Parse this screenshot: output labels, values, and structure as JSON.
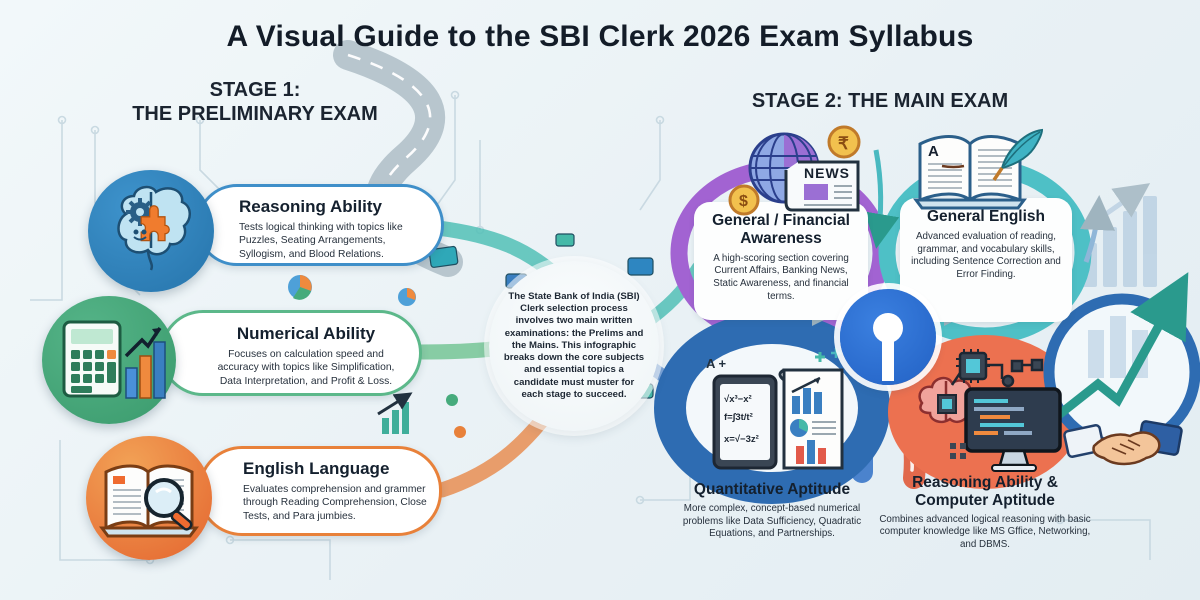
{
  "title": "A Visual Guide to the SBI Clerk 2026 Exam Syllabus",
  "stage1": {
    "heading_line1": "STAGE 1:",
    "heading_line2": "THE PRELIMINARY EXAM",
    "cards": [
      {
        "title": "Reasoning Ability",
        "desc": "Tests logical thinking with topics like Puzzles, Seating Arrangements, Syllogism, and Blood Relations.",
        "accent_color": "#3f8fc9",
        "icon": "brain-gear-puzzle-icon"
      },
      {
        "title": "Numerical Ability",
        "desc": "Focuses on calculation speed and accuracy with topics like Simplification, Data Interpretation, and Profit & Loss.",
        "accent_color": "#5cb88a",
        "icon": "calculator-growth-chart-icon"
      },
      {
        "title": "English Language",
        "desc": "Evaluates comprehension and grammer through Reading Comprehension, Close Tests, and Para jumbies.",
        "accent_color": "#e8813a",
        "icon": "open-book-magnifier-icon"
      }
    ]
  },
  "center": {
    "text": "The State Bank of India (SBI) Clerk selection process involves two main written examinations: the Prelims and the Mains. This infographic breaks down the core subjects and essential topics a candidate must muster for each stage to succeed."
  },
  "stage2": {
    "heading": "STAGE 2: THE MAIN EXAM",
    "cards": [
      {
        "title": "General / Financial Awareness",
        "desc": "A high-scoring section covering Current Affairs, Banking News, Static Awareness, and financial terms.",
        "accent_color": "#a263d2",
        "icon": "globe-news-coins-icon"
      },
      {
        "title": "General English",
        "desc": "Advanced evaluation of reading, grammar, and vocabulary skills, including Sentence Correction and Error Finding.",
        "accent_color": "#4ec0c6",
        "icon": "open-book-quill-icon"
      },
      {
        "title": "Quantitative Aptitude",
        "desc": "More complex, concept-based numerical problems like Data Sufficiency, Quadratic Equations, and Partnerships.",
        "accent_color": "#2e6cb2",
        "icon": "math-formulas-charts-icon"
      },
      {
        "title": "Reasoning Ability & Computer Aptitude",
        "desc": "Combines advanced logical reasoning with basic computer knowledge like MS Gffice, Networking, and DBMS.",
        "accent_color": "#ec7150",
        "icon": "brain-computer-chip-icon"
      }
    ]
  },
  "icon_labels": {
    "news": "NEWS",
    "dollar": "$",
    "rupee": "₹",
    "book_letter": "A",
    "a_plus": "A +",
    "formula1": "√x³−x²",
    "formula2": "f=∫3t/t²",
    "formula3": "x=√−3z²"
  },
  "colors": {
    "sbi_blue": "#2261c4",
    "road_gray": "#b8c6ce",
    "teal_ribbon": "#52c0b6",
    "green_ribbon": "#7cc89b",
    "orange_ribbon": "#e8945c"
  }
}
